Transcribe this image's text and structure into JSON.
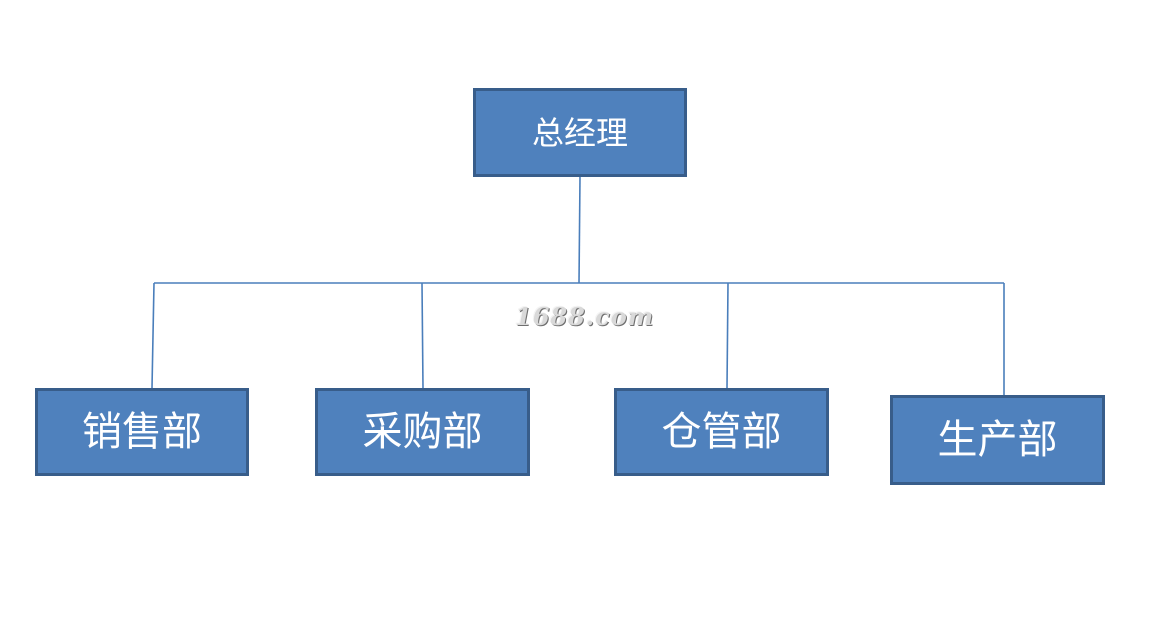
{
  "org_chart": {
    "root": {
      "label": "总经理"
    },
    "departments": [
      {
        "label": "销售部"
      },
      {
        "label": "采购部"
      },
      {
        "label": "仓管部"
      },
      {
        "label": "生产部"
      }
    ]
  },
  "watermark": {
    "text": "1688.com"
  },
  "colors": {
    "box_fill": "#4f81bd",
    "box_border": "#385d8a",
    "connector": "#4a7ebb",
    "box_text": "#ffffff",
    "background": "#ffffff"
  }
}
